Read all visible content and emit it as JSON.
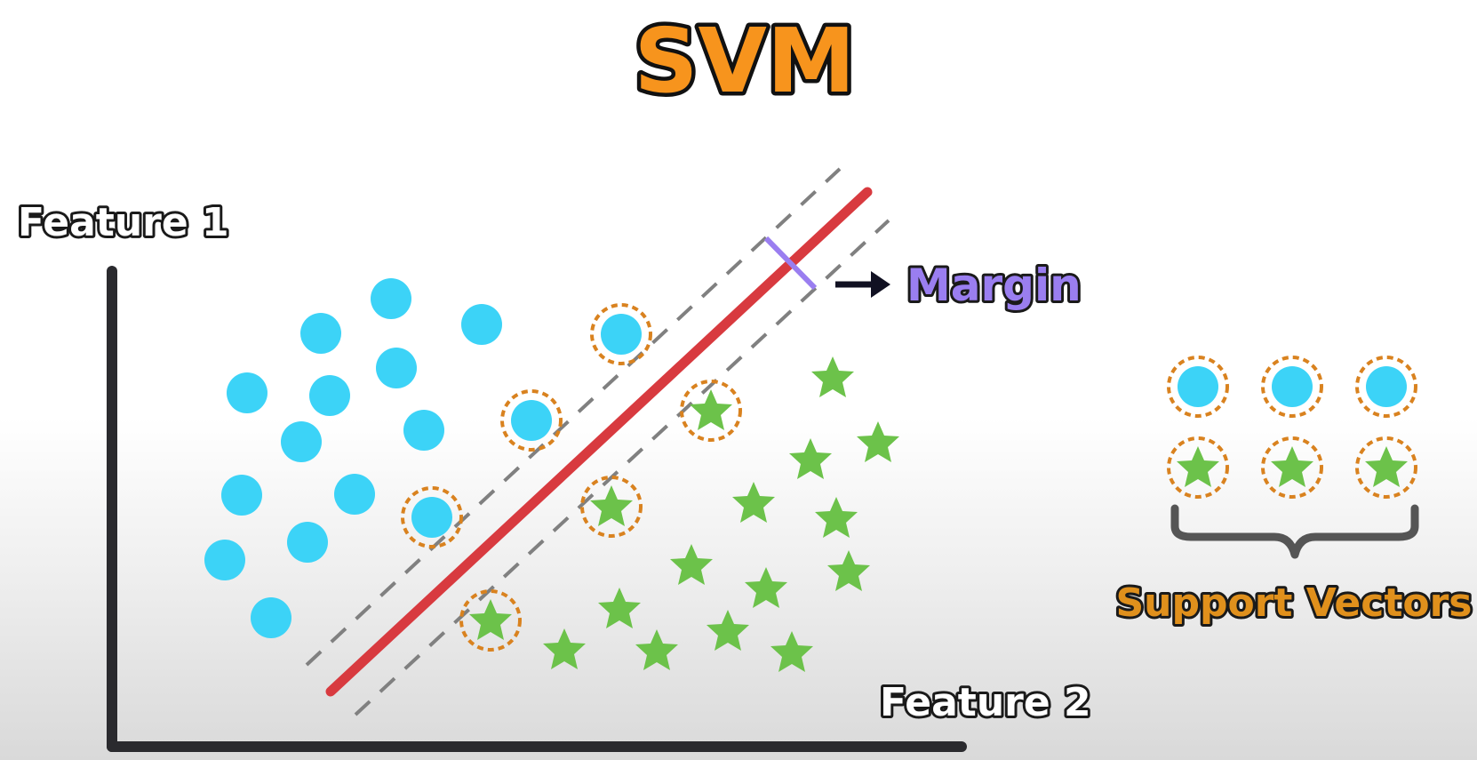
{
  "title": "SVM",
  "axis": {
    "y_label": "Feature 1",
    "x_label": "Feature 2"
  },
  "annotations": {
    "margin_label": "Margin",
    "support_vectors_label": "Support Vectors"
  },
  "colors": {
    "title_fill": "#f7941d",
    "class_a": "#3cd3f7",
    "class_b": "#6cc24a",
    "hyperplane": "#d83a3f",
    "margin_bracket": "#9a7ef0",
    "support_ring": "#d9821f",
    "axis": "#2a2a2e"
  },
  "icons": {
    "class_a_point": "circle",
    "class_b_point": "star",
    "arrow": "arrow-right-icon",
    "brace": "curly-brace-icon"
  },
  "legend": {
    "top_row": [
      "circle",
      "circle",
      "circle"
    ],
    "bottom_row": [
      "star",
      "star",
      "star"
    ]
  }
}
